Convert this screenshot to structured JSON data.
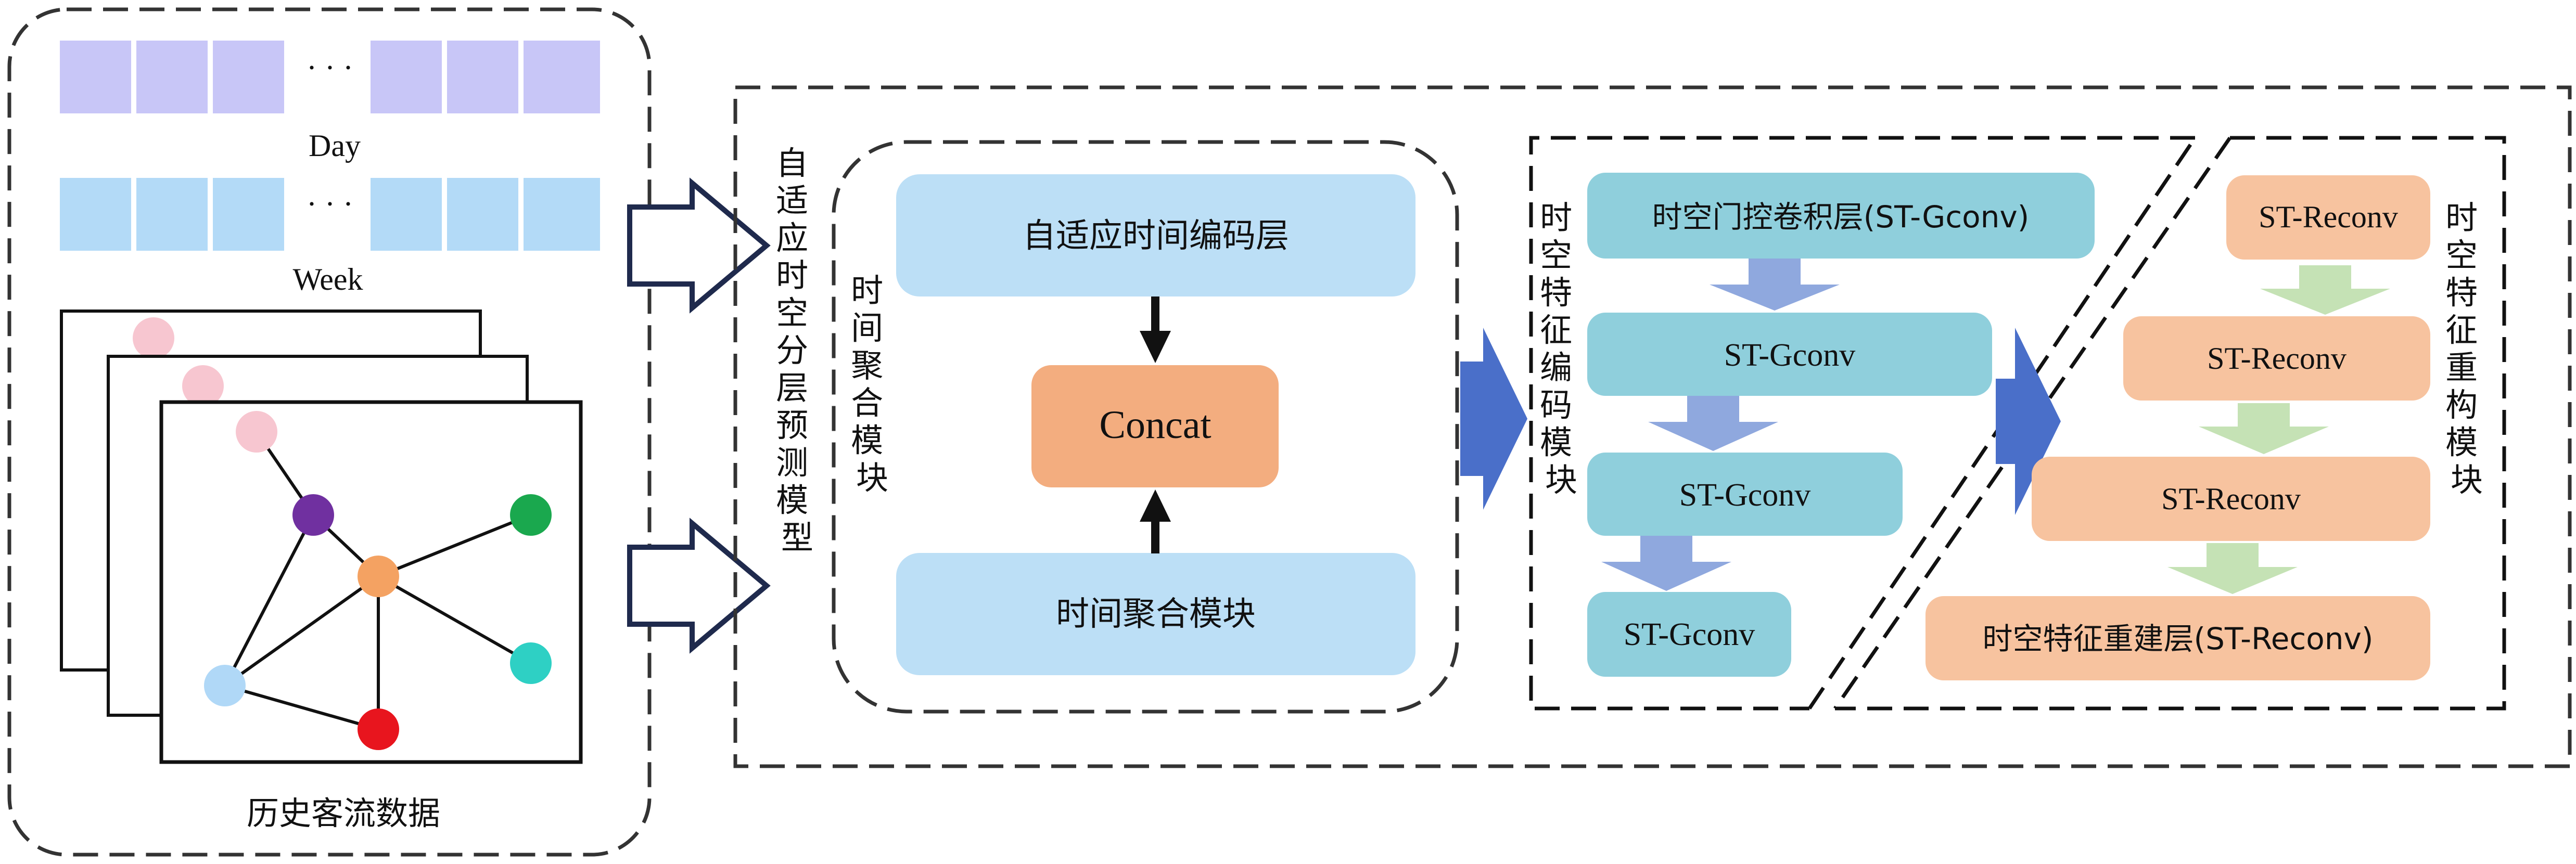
{
  "history_panel": {
    "day_label": "Day",
    "week_label": "Week",
    "ellipsis": "· · ·",
    "caption": "历史客流数据"
  },
  "model": {
    "vertical_title": "自适应时空分层预测模型",
    "temporal_module": {
      "vertical_title": "时间聚合模块",
      "encoding_layer": "自适应时间编码层",
      "concat": "Concat",
      "aggregation_layer": "时间聚合模块"
    },
    "encoding_module": {
      "vertical_title": "时空特征编码模块",
      "layers": [
        "时空门控卷积层(ST-Gconv)",
        "ST-Gconv",
        "ST-Gconv",
        "ST-Gconv"
      ]
    },
    "reconstruction_module": {
      "vertical_title": "时空特征重构模块",
      "layers": [
        "ST-Reconv",
        "ST-Reconv",
        "ST-Reconv",
        "时空特征重建层(ST-Reconv)"
      ]
    }
  },
  "colors": {
    "day_cell": "#c8c6f7",
    "week_cell": "#b3daf7",
    "temporal_box": "#bcdff6",
    "concat_box": "#f3ad7f",
    "encoding_box": "#8fcfdc",
    "reconstruction_box": "#f7c39f",
    "encoding_arrow": "#8fa8de",
    "reconstruction_arrow": "#c5e2b5",
    "flow_arrow": "#4a6fc9",
    "graph_nodes": [
      "#f7c6d0",
      "#7030a0",
      "#f4a262",
      "#1aa84e",
      "#2ed0c4",
      "#b0d8f7",
      "#e8151e"
    ]
  }
}
